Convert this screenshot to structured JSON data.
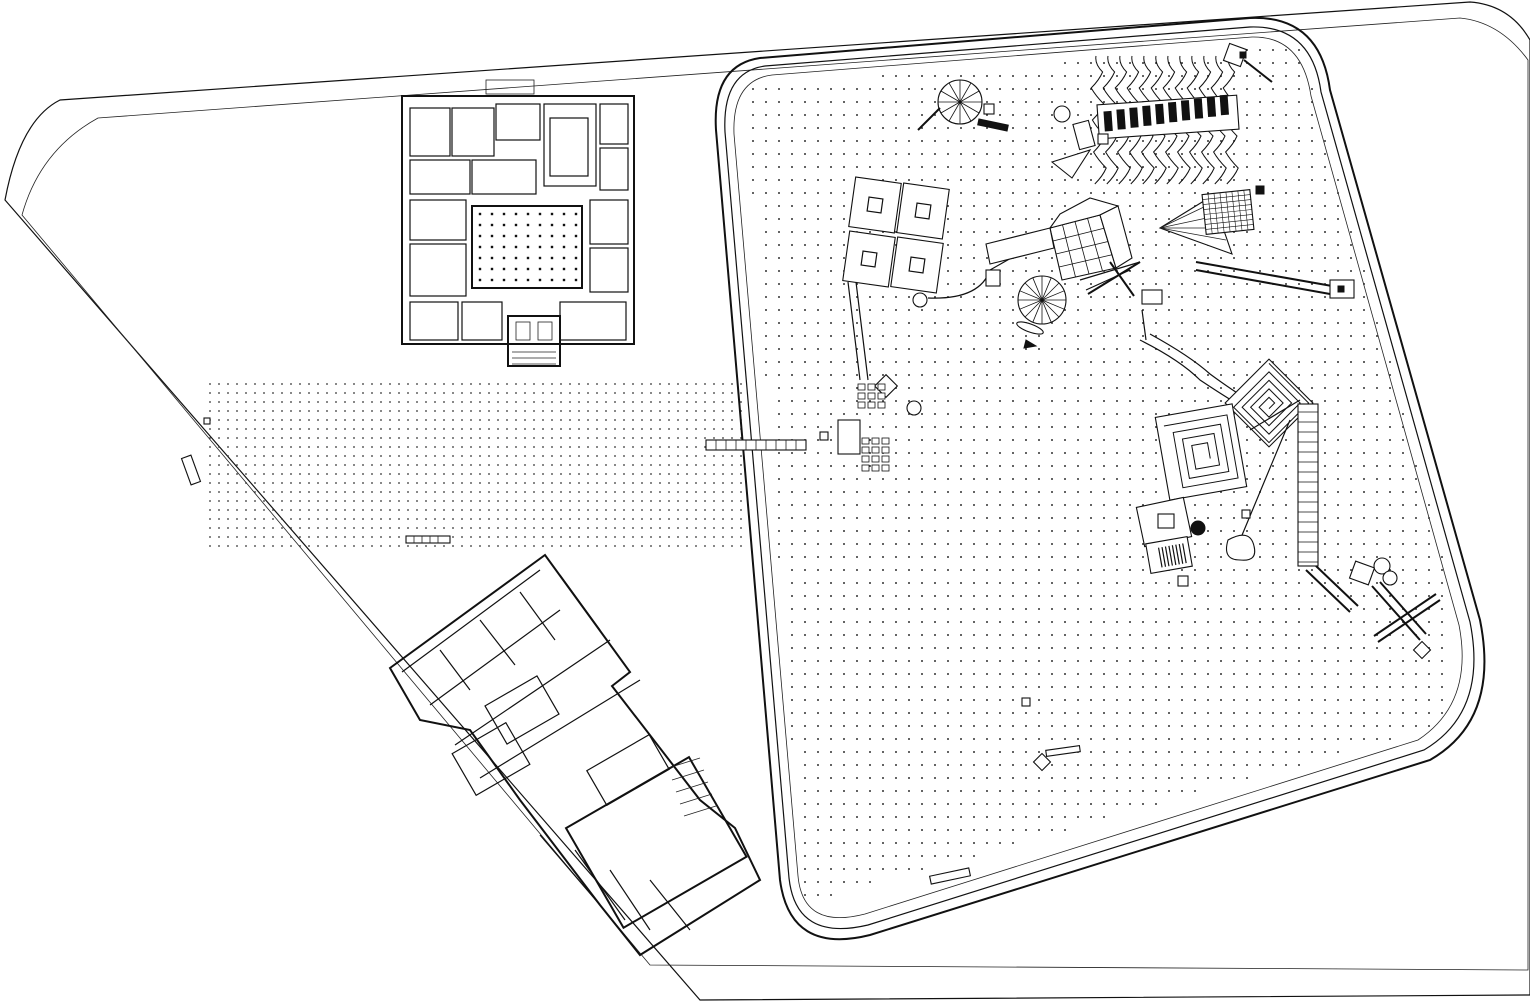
{
  "diagram": {
    "type": "architectural site plan",
    "colors": {
      "ink": "#111111",
      "paper": "#ffffff",
      "dot": "#333333"
    },
    "elements": [
      {
        "id": "site-boundary",
        "kind": "outline"
      },
      {
        "id": "palazzo-block",
        "kind": "building-plan"
      },
      {
        "id": "lower-building-complex",
        "kind": "building-plan"
      },
      {
        "id": "park-enclosure",
        "kind": "rounded-track"
      },
      {
        "id": "dotted-plaza",
        "kind": "dot-grid"
      },
      {
        "id": "park-dot-field",
        "kind": "dot-grid"
      },
      {
        "id": "ferris-wheel",
        "kind": "wheel"
      },
      {
        "id": "carousel",
        "kind": "wheel"
      },
      {
        "id": "cube-grid",
        "kind": "grid-cube"
      },
      {
        "id": "four-square-pavilions",
        "kind": "pavilions"
      },
      {
        "id": "wavy-lines",
        "kind": "undulating-lines"
      },
      {
        "id": "fan-structure",
        "kind": "fan"
      },
      {
        "id": "spiral-maze",
        "kind": "spiral"
      },
      {
        "id": "square-spiral",
        "kind": "spiral"
      },
      {
        "id": "long-ramp",
        "kind": "ramp"
      },
      {
        "id": "bridge-walkway",
        "kind": "walkway"
      }
    ]
  }
}
